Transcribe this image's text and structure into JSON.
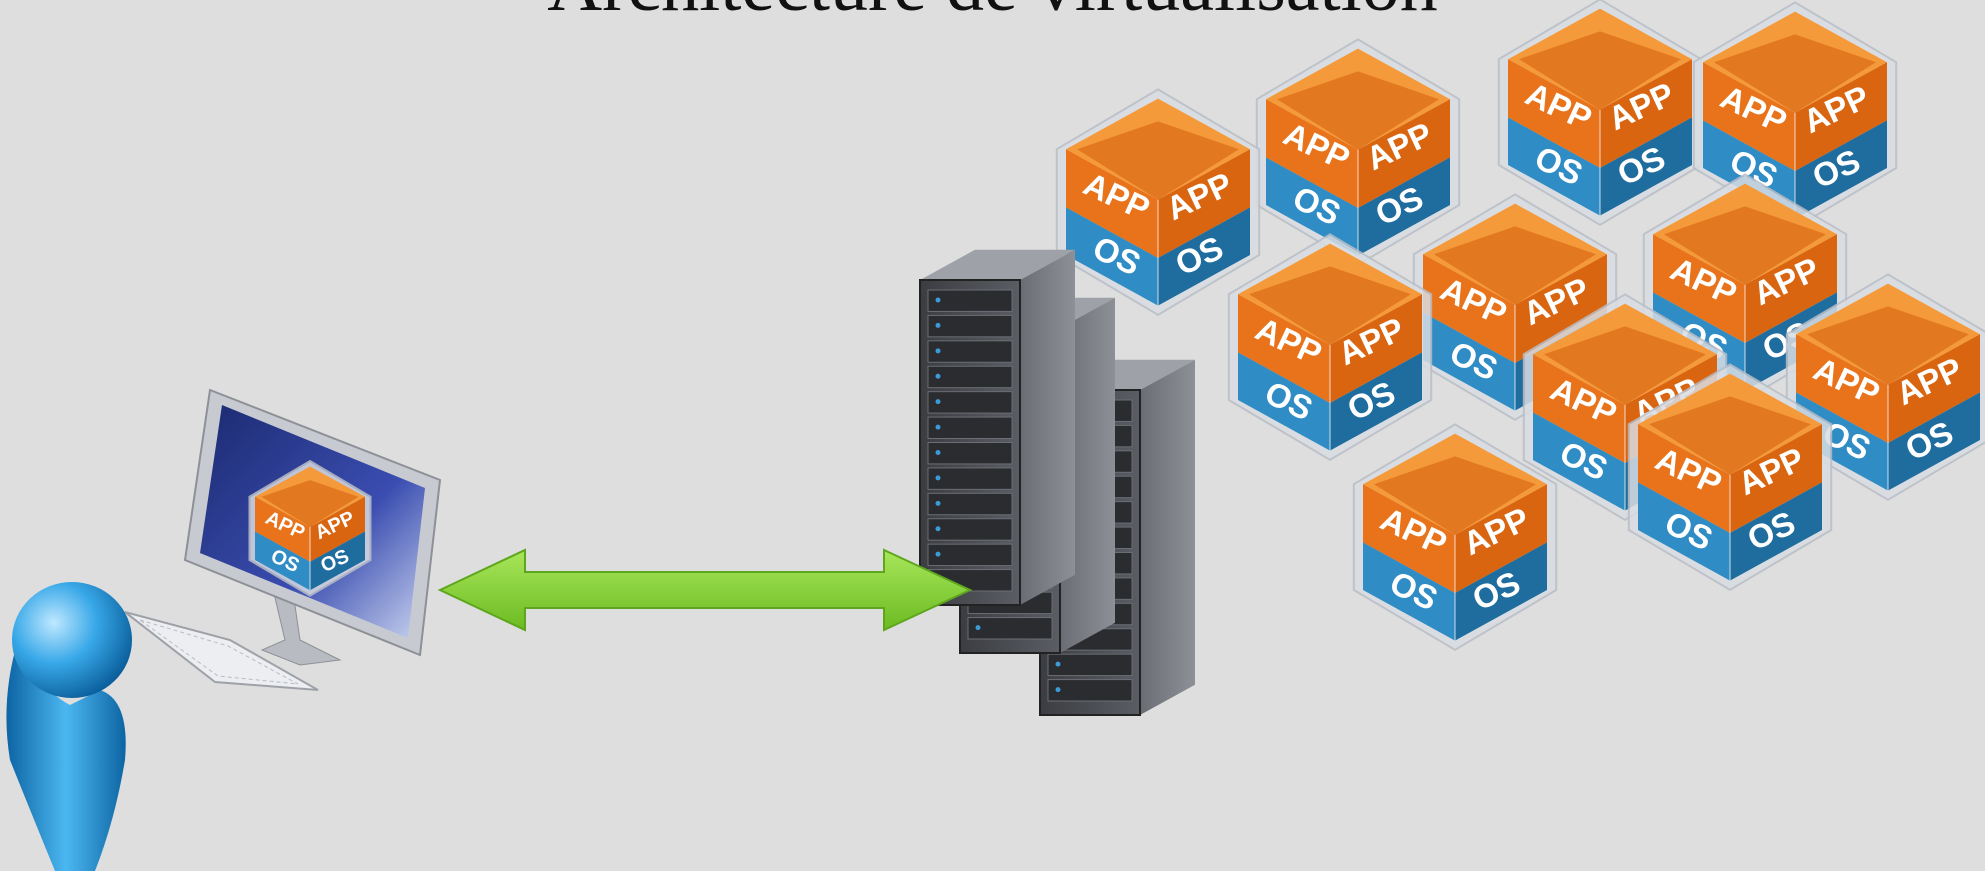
{
  "slide": {
    "title": "Architecture de virtualisation"
  },
  "vm_box": {
    "top_label": "APP",
    "bottom_label": "OS",
    "colors": {
      "app": "#e8731a",
      "app_top": "#f59a3a",
      "os": "#2f8cc4",
      "os_dark": "#1f6d9e",
      "frame": "#d9dde3"
    }
  },
  "connection": {
    "type": "bidirectional-arrow",
    "color": "#8ed43a"
  },
  "icons": [
    "user-icon",
    "workstation-icon",
    "server-rack-icon",
    "vm-box-icon"
  ]
}
